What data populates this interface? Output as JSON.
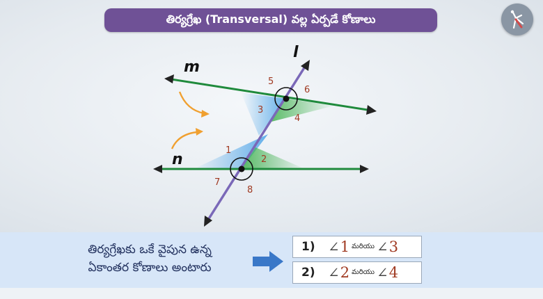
{
  "header": {
    "title": "తిర్యగ్రేఖ (Transversal) వల్ల ఏర్పడే కోణాలు"
  },
  "logo": {
    "icon": "figure-logo-icon"
  },
  "diagram": {
    "line_m_label": "m",
    "line_n_label": "n",
    "transversal_label": "l",
    "angle_labels": [
      "1",
      "2",
      "3",
      "4",
      "5",
      "6",
      "7",
      "8"
    ],
    "colors": {
      "parallel_lines": "#1f8a3c",
      "transversal": "#7a68b8",
      "angle_numbers": "#a03a22",
      "blue_region": "#4aa3e8",
      "green_region": "#3cb04a",
      "curved_arrows": "#f0a030"
    }
  },
  "statement": {
    "line1": "తిర్యగ్రేఖకు ఒకే వైపున ఉన్న",
    "line2": "ఏకాంతర కోణాలు అంటారు"
  },
  "answers": [
    {
      "num": "1)",
      "angle_a": "1",
      "conj": "మరియు",
      "angle_b": "3"
    },
    {
      "num": "2)",
      "angle_a": "2",
      "conj": "మరియు",
      "angle_b": "4"
    }
  ],
  "angle_symbol": "∠"
}
